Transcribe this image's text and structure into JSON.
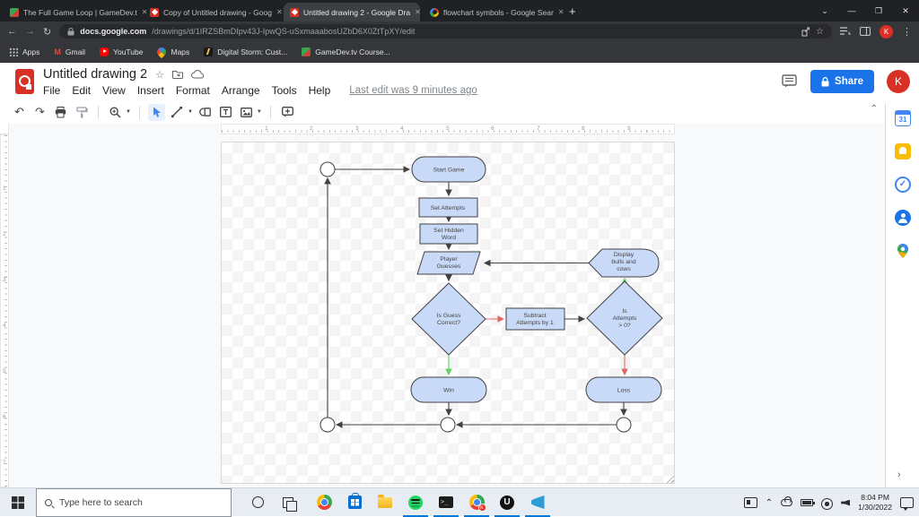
{
  "browser": {
    "tabs": [
      {
        "title": "The Full Game Loop | GameDev.t",
        "favicon": "gamedev-favicon",
        "active": false
      },
      {
        "title": "Copy of Untitled drawing - Goog",
        "favicon": "google-drawings-favicon",
        "active": false
      },
      {
        "title": "Untitled drawing 2 - Google Dra",
        "favicon": "google-drawings-favicon",
        "active": true
      },
      {
        "title": "flowchart symbols - Google Sear",
        "favicon": "google-favicon",
        "active": false
      }
    ],
    "new_tab_glyph": "+",
    "window_controls": {
      "tabsearch": "⌄",
      "minimize": "—",
      "maximize": "❐",
      "close": "✕"
    },
    "nav": {
      "back": "←",
      "forward": "→",
      "reload": "↻",
      "lock": "🔒"
    },
    "address": {
      "host": "docs.google.com",
      "path": "/drawings/d/1IRZSBmDIpv43J-IpwQS-uSxmaaabosUZbD6X0ZtTpXY/edit"
    },
    "omnibox_icons": {
      "star": "☆",
      "kebab": "⋮"
    },
    "profile_initial": "K",
    "bookmarks": [
      "Apps",
      "Gmail",
      "YouTube",
      "Maps",
      "Digital Storm: Cust...",
      "GameDev.tv Course..."
    ]
  },
  "app": {
    "title": "Untitled drawing 2",
    "title_icons": {
      "star": "☆"
    },
    "menu_items": [
      "File",
      "Edit",
      "View",
      "Insert",
      "Format",
      "Arrange",
      "Tools",
      "Help"
    ],
    "last_edit": "Last edit was 9 minutes ago",
    "share_label": "Share",
    "profile_initial": "K",
    "toolbar_icons": {
      "undo": "↶",
      "redo": "↷",
      "caret": "▼",
      "collapse": "⌃"
    },
    "accent_color": "#1a73e8"
  },
  "rulers": {
    "horizontal": [
      "1",
      "2",
      "3",
      "4",
      "5",
      "6",
      "7",
      "8",
      "9"
    ],
    "vertical": [
      "1",
      "2",
      "3",
      "4",
      "5",
      "6",
      "7"
    ]
  },
  "side_panel": {
    "icons": [
      "google-calendar",
      "google-keep",
      "google-tasks",
      "google-contacts",
      "google-maps"
    ],
    "calendar_day": "31",
    "tasks_glyph": "✓",
    "expand_glyph": "›"
  },
  "flowchart": {
    "colors": {
      "shape_fill": "#c9daf8",
      "shape_stroke": "#434343",
      "edge": "#424242",
      "edge_green": "#5fd35f",
      "edge_red": "#e06666"
    },
    "nodes": {
      "start": {
        "type": "terminator",
        "lines": [
          "Start Game"
        ]
      },
      "set_attempts": {
        "type": "process",
        "lines": [
          "Set Attempts"
        ]
      },
      "set_hidden_word": {
        "type": "process",
        "lines": [
          "Set Hidden",
          "Word"
        ]
      },
      "player_guesses": {
        "type": "input",
        "lines": [
          "Player",
          "Guesses"
        ]
      },
      "display_bulls_cows": {
        "type": "display",
        "lines": [
          "Display",
          "bulls and",
          "cows"
        ]
      },
      "is_guess_correct": {
        "type": "decision",
        "lines": [
          "Is Guess",
          "Correct?"
        ]
      },
      "subtract_attempts": {
        "type": "process",
        "lines": [
          "Subtract",
          "Attempts by 1"
        ]
      },
      "is_attempts_left": {
        "type": "decision",
        "lines": [
          "Is",
          "Attempts",
          "> 0?"
        ]
      },
      "win": {
        "type": "terminator",
        "lines": [
          "Win"
        ]
      },
      "loss": {
        "type": "terminator",
        "lines": [
          "Loss"
        ]
      }
    },
    "edges": [
      {
        "from": "loop-circle-top",
        "to": "start",
        "color": "black"
      },
      {
        "from": "start",
        "to": "set_attempts",
        "color": "black"
      },
      {
        "from": "set_attempts",
        "to": "set_hidden_word",
        "color": "black"
      },
      {
        "from": "set_hidden_word",
        "to": "player_guesses",
        "color": "black"
      },
      {
        "from": "player_guesses",
        "to": "is_guess_correct",
        "color": "black"
      },
      {
        "from": "display_bulls_cows",
        "to": "player_guesses",
        "color": "black"
      },
      {
        "from": "is_guess_correct",
        "to": "subtract_attempts",
        "color": "red"
      },
      {
        "from": "subtract_attempts",
        "to": "is_attempts_left",
        "color": "black"
      },
      {
        "from": "is_attempts_left",
        "to": "display_bulls_cows",
        "color": "green"
      },
      {
        "from": "is_guess_correct",
        "to": "win",
        "color": "green"
      },
      {
        "from": "is_attempts_left",
        "to": "loss",
        "color": "red"
      },
      {
        "from": "win",
        "to": "loop-circle-mid",
        "color": "black"
      },
      {
        "from": "loss",
        "to": "loop-circle-right",
        "color": "black"
      },
      {
        "from": "loop-circle-right",
        "to": "loop-circle-mid",
        "color": "black"
      },
      {
        "from": "loop-circle-mid",
        "to": "loop-circle-left",
        "color": "black"
      },
      {
        "from": "loop-circle-left",
        "to": "loop-circle-top",
        "color": "black"
      }
    ]
  },
  "taskbar": {
    "search_placeholder": "Type here to search",
    "pinned": [
      {
        "name": "google-chrome",
        "running": false
      },
      {
        "name": "microsoft-store",
        "running": false
      },
      {
        "name": "file-explorer",
        "running": false
      },
      {
        "name": "spotify",
        "running": true
      },
      {
        "name": "terminal",
        "running": true
      },
      {
        "name": "google-chrome-profile",
        "running": true,
        "badge": "K"
      },
      {
        "name": "unreal-engine",
        "running": true,
        "glyph": "U"
      },
      {
        "name": "vs-code",
        "running": true
      }
    ],
    "terminal_glyph": ">_",
    "clock_time": "8:04 PM",
    "clock_date": "1/30/2022"
  }
}
